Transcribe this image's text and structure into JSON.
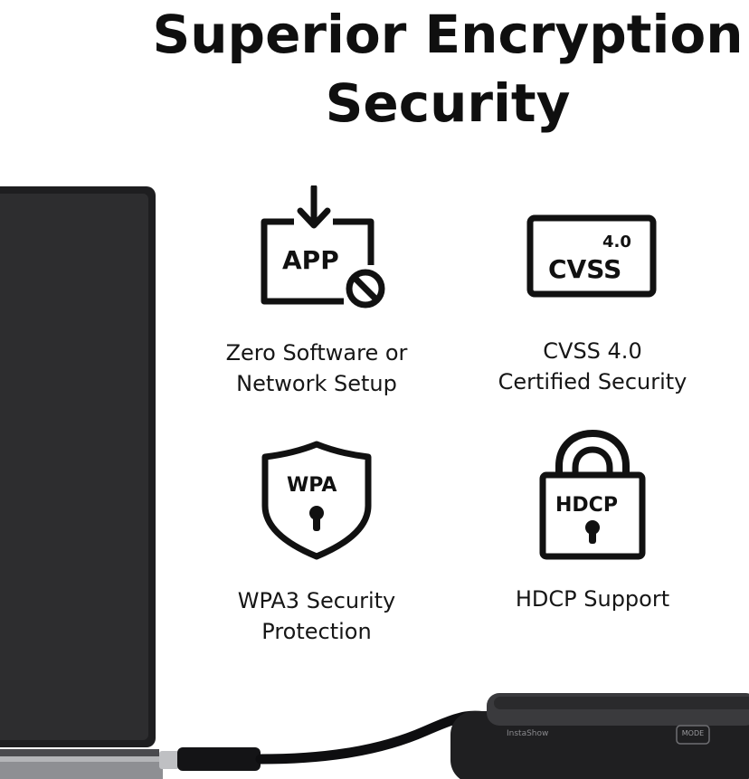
{
  "title": {
    "line1": "Superior Encryption",
    "line2": "Security"
  },
  "features": [
    {
      "icon": "app-download-blocked-icon",
      "icon_text": "APP",
      "caption_line1": "Zero Software or",
      "caption_line2": "Network Setup"
    },
    {
      "icon": "cvss-badge-icon",
      "icon_text_top": "4.0",
      "icon_text": "CVSS",
      "caption_line1": "CVSS 4.0",
      "caption_line2": "Certified Security"
    },
    {
      "icon": "wpa-shield-icon",
      "icon_text": "WPA",
      "caption_line1": "WPA3 Security",
      "caption_line2": "Protection"
    },
    {
      "icon": "hdcp-padlock-icon",
      "icon_text": "HDCP",
      "caption_line1": "HDCP Support",
      "caption_line2": ""
    }
  ],
  "device": {
    "brand": "InstaShow",
    "button_label": "MODE"
  },
  "colors": {
    "laptop": "#2b2b2d",
    "device": "#2a2a2c",
    "text": "#111111"
  }
}
